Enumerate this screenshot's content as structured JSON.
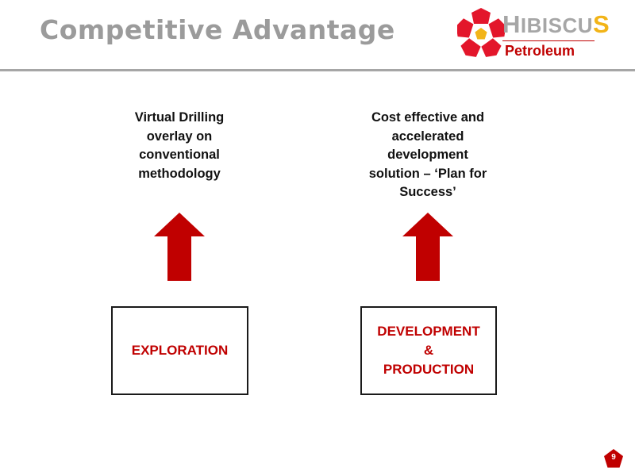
{
  "slide": {
    "title": "Competitive Advantage",
    "page_number": "9"
  },
  "logo": {
    "word_first_letter": "H",
    "word_middle": "IBISCU",
    "word_last_letter": "S",
    "subtitle": "Petroleum",
    "colors": {
      "petal": "#e3162b",
      "center": "#f2b418",
      "word": "#a6a6a6",
      "word_accent": "#f2b418",
      "subtitle": "#c00000"
    }
  },
  "left_column": {
    "caption": "Virtual Drilling\noverlay on\nconventional\nmethodology",
    "arrow_icon": "up-arrow-icon",
    "box_label": "EXPLORATION"
  },
  "right_column": {
    "caption": "Cost effective and\naccelerated\ndevelopment\nsolution – ‘Plan for\nSuccess’",
    "arrow_icon": "up-arrow-icon",
    "box_label": "DEVELOPMENT\n&\nPRODUCTION"
  },
  "colors": {
    "accent_red": "#c00000",
    "title_gray": "#9b9b9b",
    "divider_gray": "#a6a6a6"
  }
}
